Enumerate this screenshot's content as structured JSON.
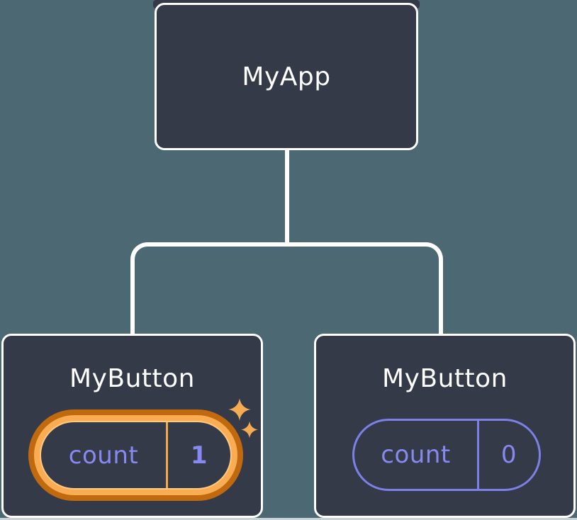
{
  "diagram": {
    "root": {
      "label": "MyApp"
    },
    "children": [
      {
        "label": "MyButton",
        "state": {
          "name": "count",
          "value": "1"
        },
        "updated": true
      },
      {
        "label": "MyButton",
        "state": {
          "name": "count",
          "value": "0"
        },
        "updated": false
      }
    ]
  },
  "icons": {
    "sparkle_large": "sparkle-icon",
    "sparkle_small": "sparkle-icon"
  },
  "colors": {
    "background": "#4C6873",
    "card_fill": "#343A47",
    "card_border": "#FFFFFF",
    "connector": "#FFFFFF",
    "label_text": "#FFFFFF",
    "state_text": "#8689F0",
    "state_pill_border": "#7C80E8",
    "highlight_ring_outer": "#C1690F",
    "highlight_ring_mid": "#F9AC52",
    "highlight_ring_inner_line": "#FFC87E",
    "highlight_divider": "#F3A74F",
    "sparkle": "#F4AB52"
  }
}
